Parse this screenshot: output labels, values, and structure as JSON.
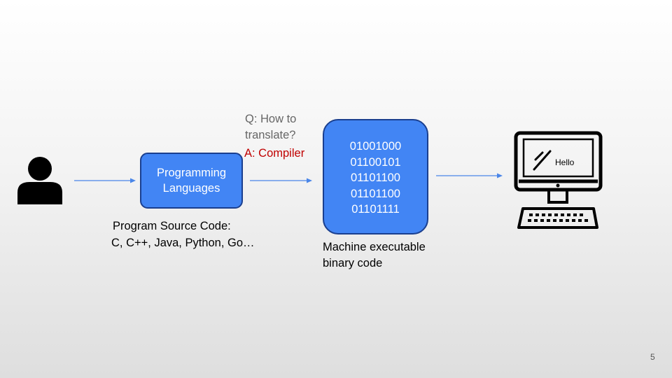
{
  "languages_box": {
    "lines": [
      "Programming",
      "Languages"
    ]
  },
  "question": {
    "lines": [
      "Q: How to",
      "translate?"
    ]
  },
  "answer": "A: Compiler",
  "binary_box": {
    "lines": [
      "01001000",
      "01100101",
      "01101100",
      "01101100",
      "01101111"
    ]
  },
  "source_caption": {
    "line1": "Program Source Code:",
    "line2": "C, C++, Java, Python, Go…"
  },
  "binary_caption": {
    "lines": [
      "Machine executable",
      "binary code"
    ]
  },
  "screen_text": "Hello",
  "page_number": "5",
  "colors": {
    "box_fill": "#4285f4",
    "box_border": "#1a3f8f",
    "arrow": "#4a86e8",
    "answer": "#c00000",
    "question": "#666666"
  },
  "icons": [
    "user-icon",
    "computer-icon"
  ]
}
